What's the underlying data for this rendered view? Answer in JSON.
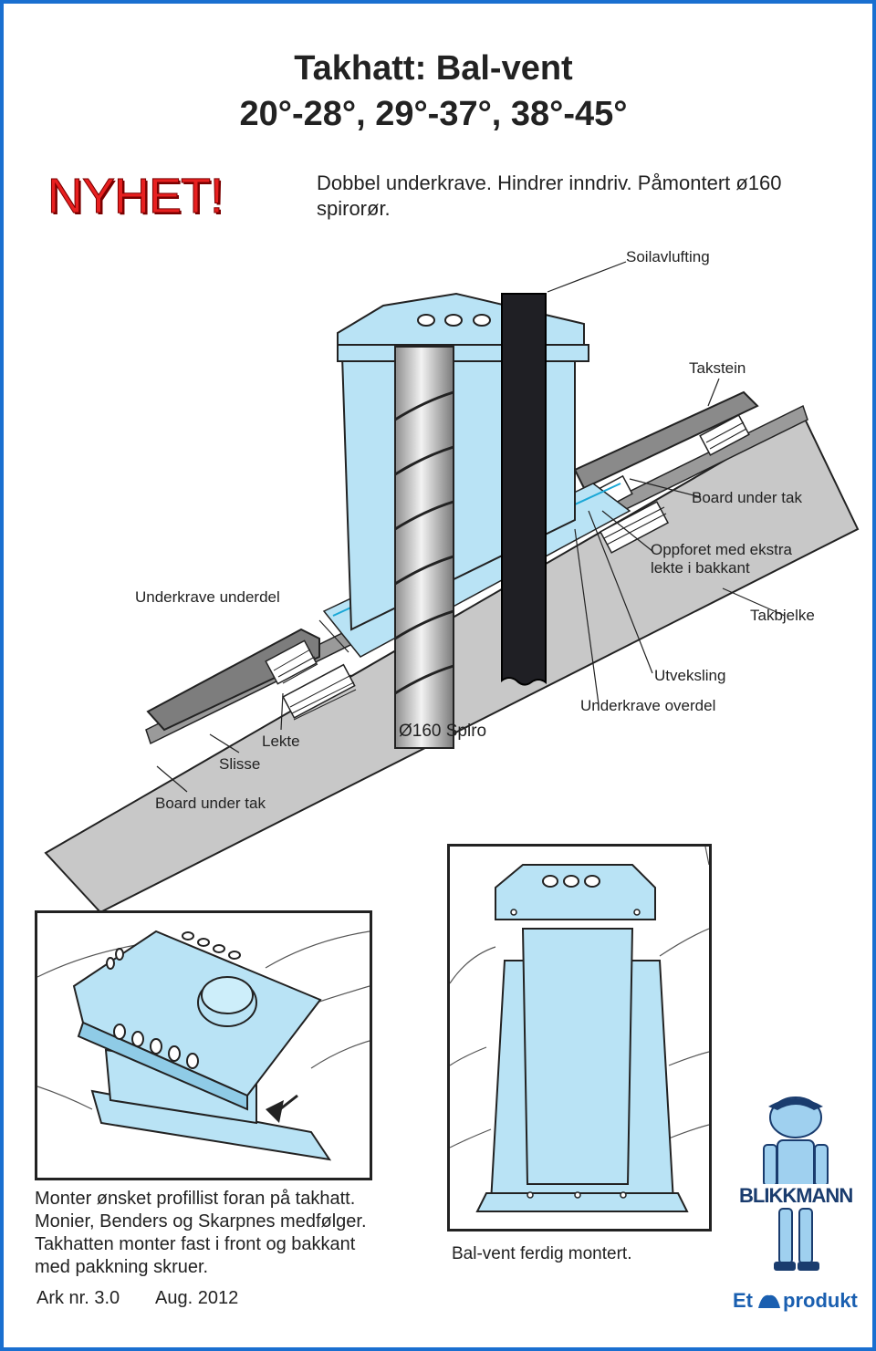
{
  "title_line1": "Takhatt: Bal-vent",
  "title_line2": "20°-28°, 29°-37°, 38°-45°",
  "badge": "NYHET!",
  "tagline": "Dobbel underkrave.  Hindrer  inndriv.  Påmontert ø160 spirorør.",
  "labels": {
    "soilavlufting": "Soilavlufting",
    "takstein": "Takstein",
    "board_under_tak_right": "Board under tak",
    "oppforet": "Oppforet med ekstra lekte i bakkant",
    "underkrave_underdel": "Underkrave underdel",
    "takbjelke": "Takbjelke",
    "utveksling": "Utveksling",
    "underkrave_overdel": "Underkrave overdel",
    "lekte": "Lekte",
    "spiro": "Ø160 Spiro",
    "slisse": "Slisse",
    "board_under_tak_left": "Board under tak"
  },
  "instructions": "Monter ønsket profillist foran på takhatt. Monier, Benders og Skarpnes medfølger. Takhatten monter fast i front og bakkant med pakkning skruer.",
  "caption_right": "Bal-vent  ferdig montert.",
  "ark": "Ark  nr.  3.0",
  "date": "Aug. 2012",
  "logo": {
    "brand": "BLIKKMANN",
    "product_prefix": "Et",
    "product_word": "produkt"
  },
  "colors": {
    "light_blue": "#b9e3f5",
    "accent_blue": "#1a6fd0",
    "nyhet_red": "#e82020"
  }
}
